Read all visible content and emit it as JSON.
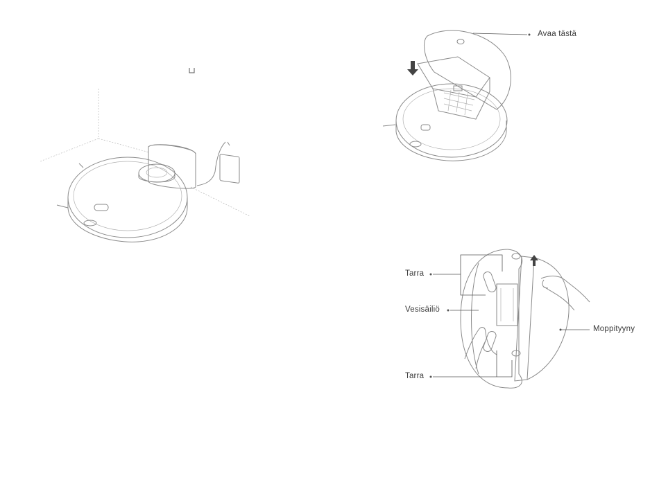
{
  "labels": {
    "open_here": "Avaa tästä",
    "sticker_top": "Tarra",
    "water_tank": "Vesisäiliö",
    "sticker_bottom": "Tarra",
    "mop_pad": "Moppityyny"
  },
  "icons": {
    "small_cup": "cup-icon"
  },
  "colors": {
    "line": "#8a8a8a",
    "text": "#3a3a3a",
    "arrow": "#444444"
  }
}
